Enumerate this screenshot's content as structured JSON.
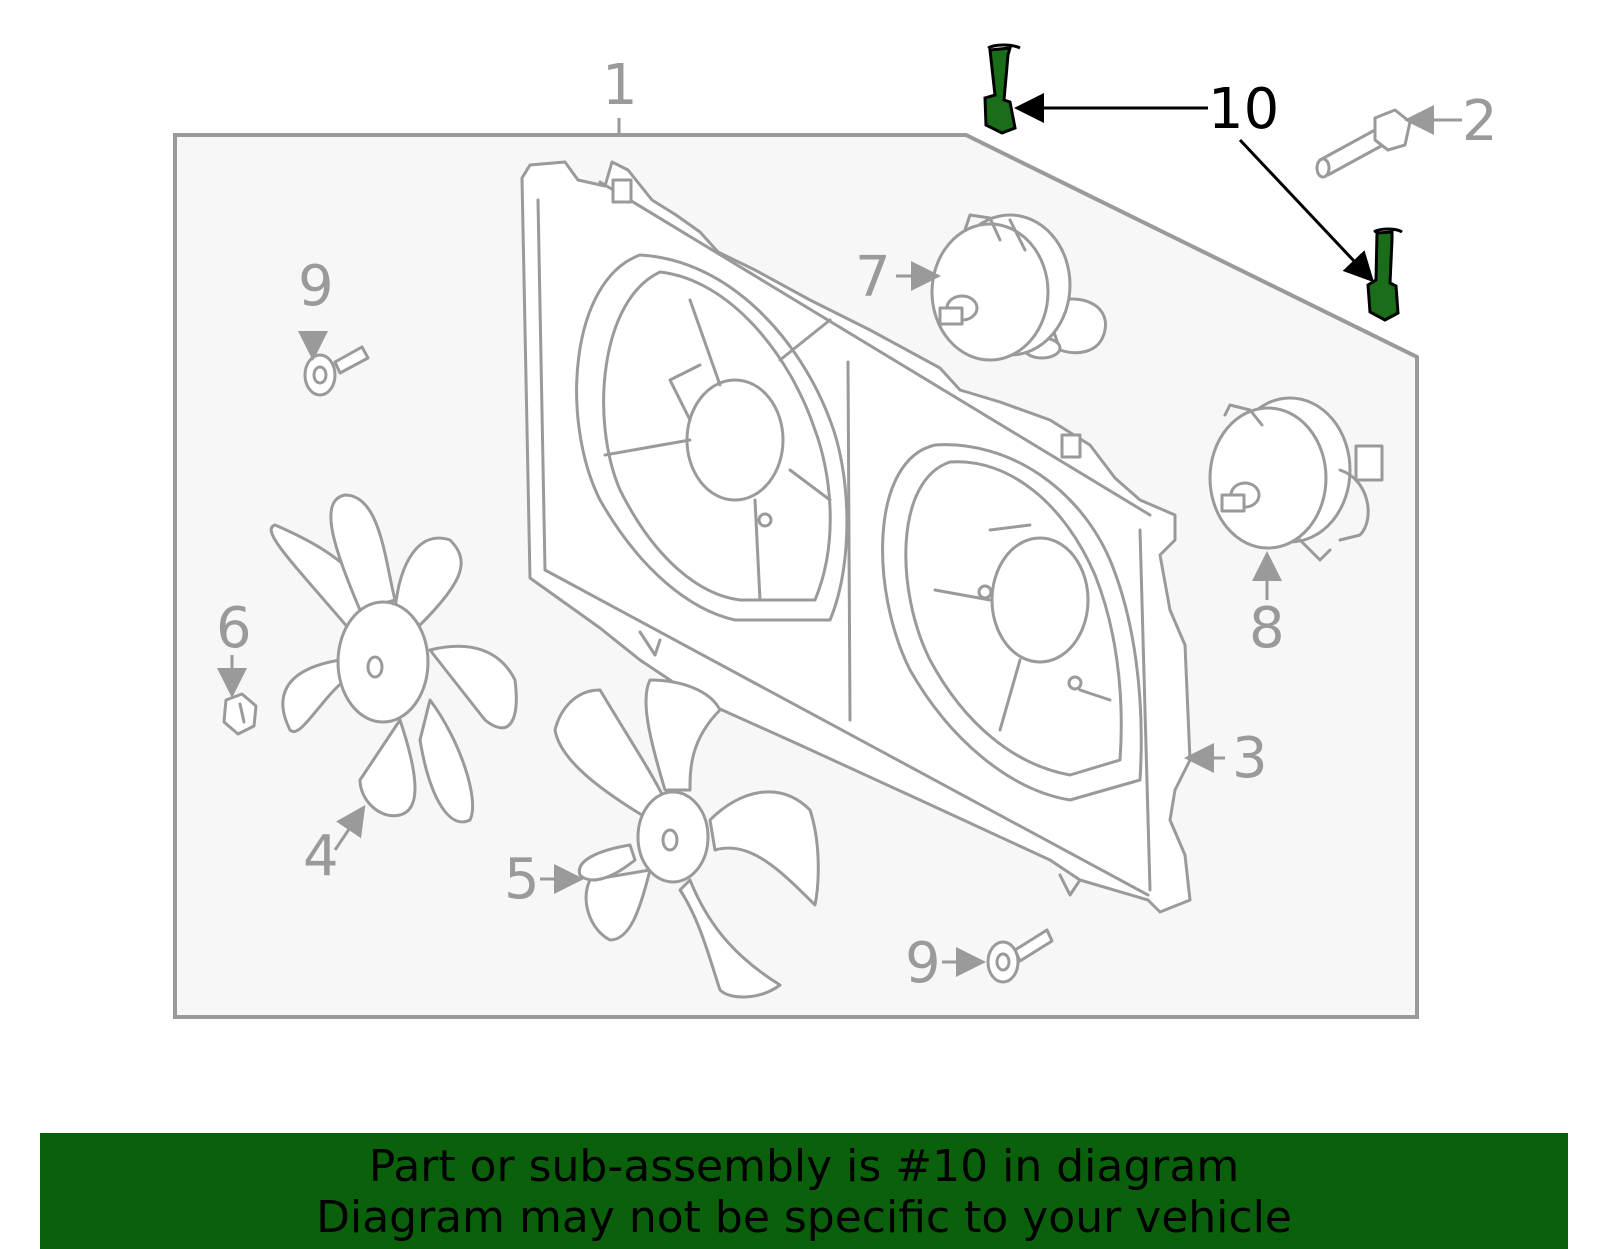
{
  "diagram": {
    "callouts": [
      "1",
      "2",
      "3",
      "4",
      "5",
      "6",
      "7",
      "8",
      "9",
      "9",
      "10"
    ],
    "highlighted_part": "10",
    "highlight_color": "#1a6e1a",
    "line_color": "#9a9a9a",
    "panel_fill": "#f7f7f7"
  },
  "banner": {
    "line1": "Part or sub-assembly is #10 in diagram",
    "line2": "Diagram may not be specific to your vehicle",
    "background": "#0b610b"
  }
}
